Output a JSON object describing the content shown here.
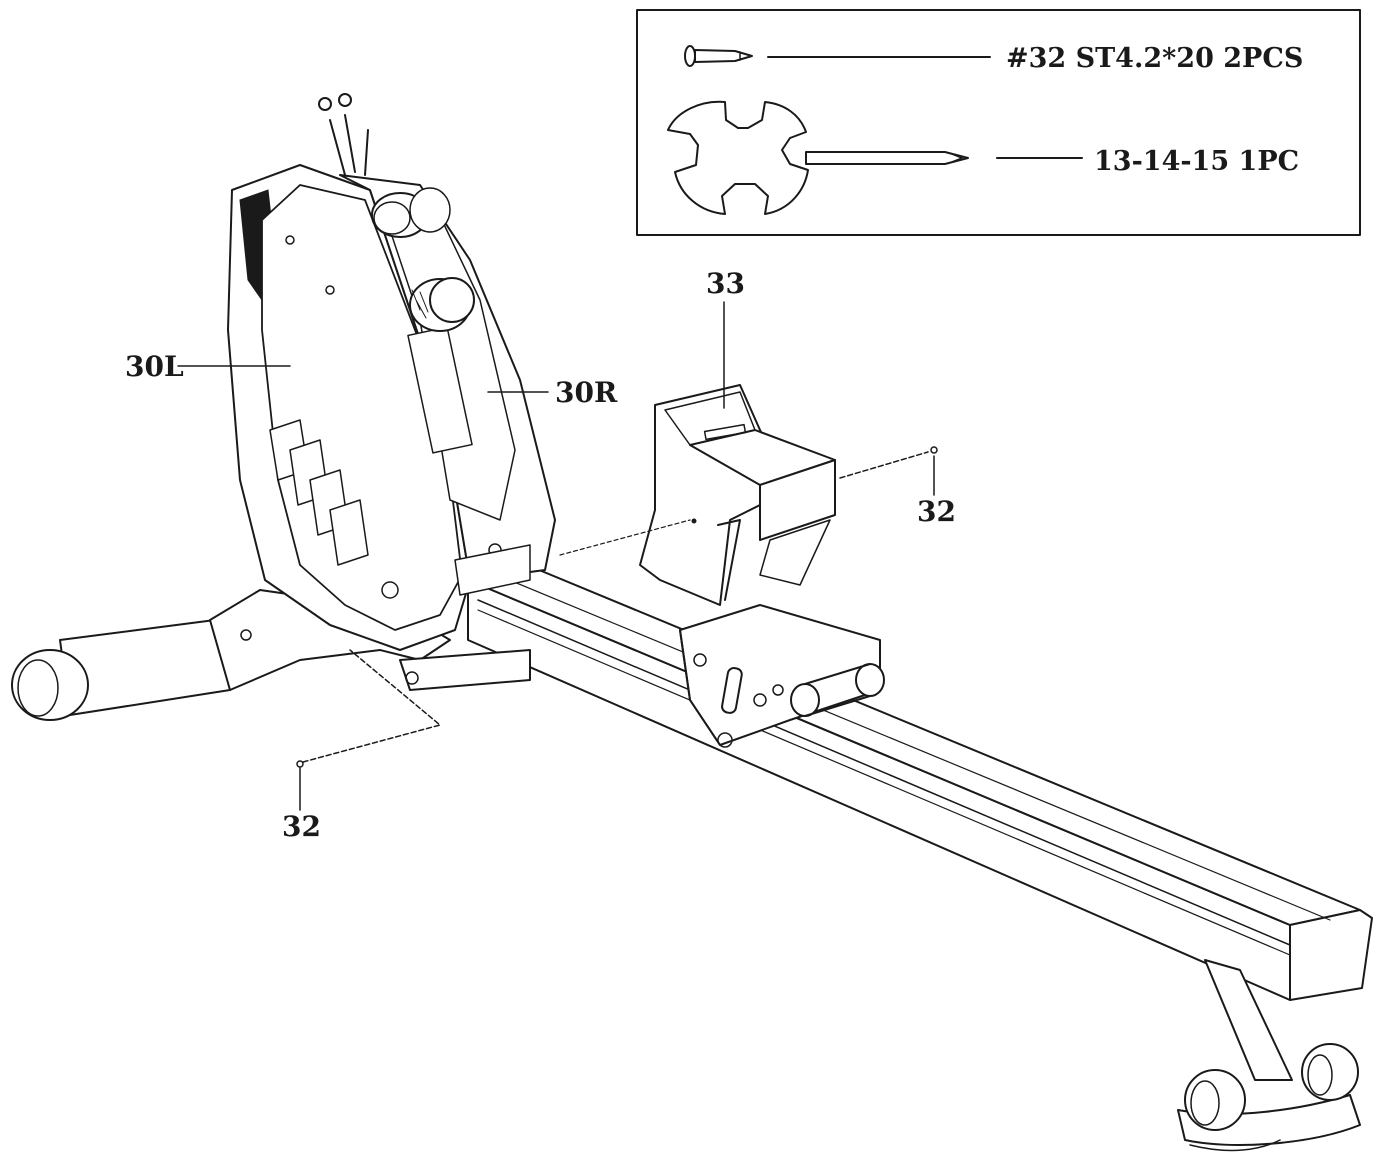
{
  "hardware_box": {
    "items": [
      {
        "icon": "screw-icon",
        "label": "#32 ST4.2*20 2PCS"
      },
      {
        "icon": "wrench-icon",
        "label": "13-14-15 1PC"
      }
    ]
  },
  "callouts": {
    "part_33": "33",
    "part_30L": "30L",
    "part_30R": "30R",
    "part_32_right": "32",
    "part_32_bottom": "32"
  },
  "colors": {
    "line": "#1a1a1a",
    "background": "#ffffff"
  }
}
